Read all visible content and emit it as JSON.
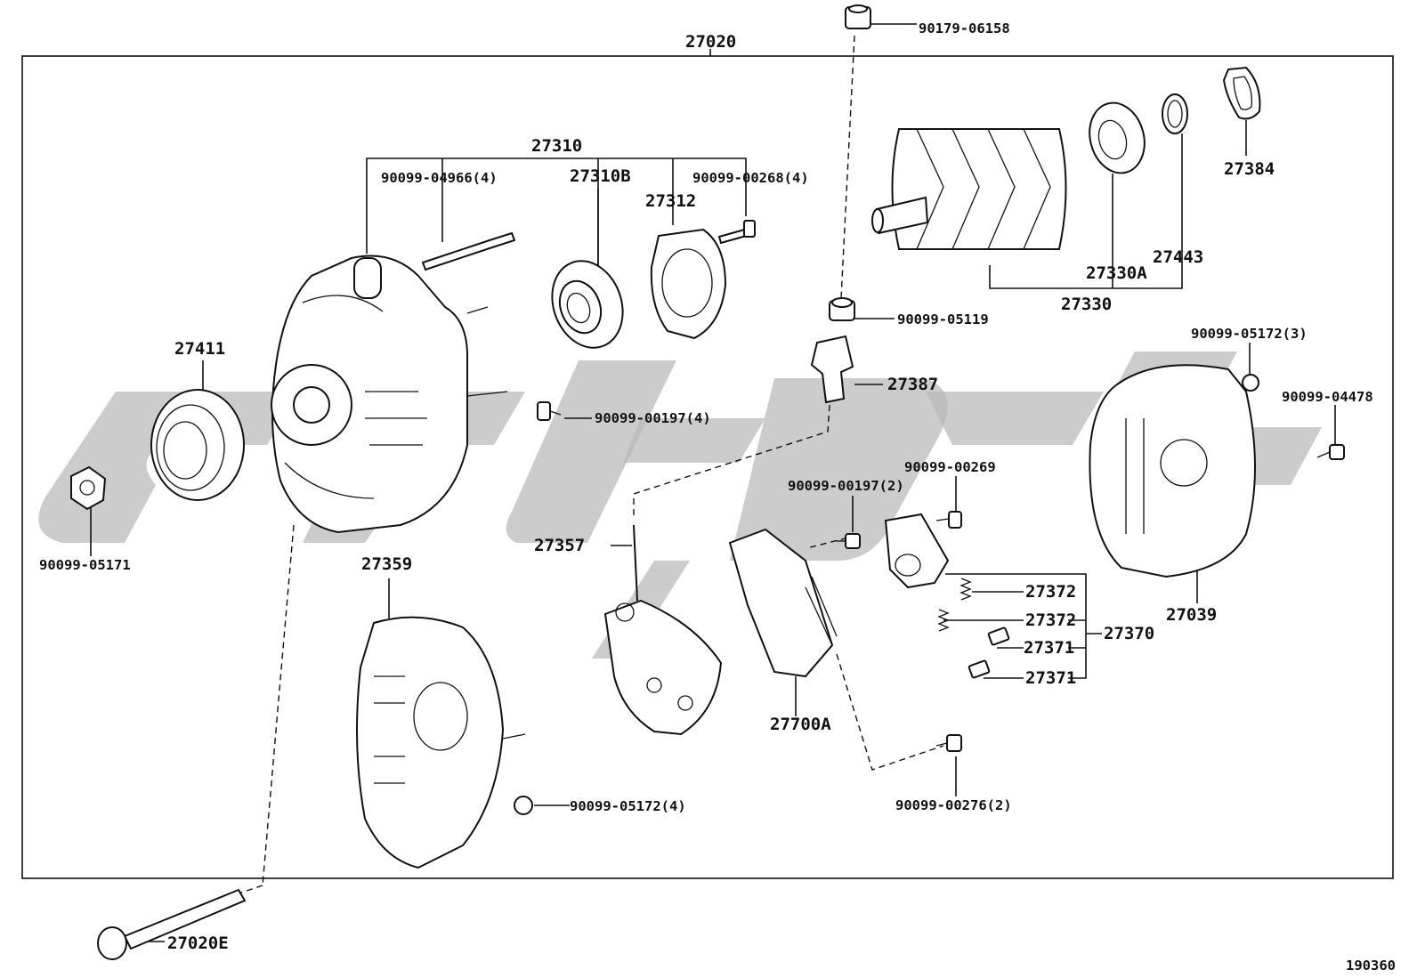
{
  "diagram": {
    "assembly_code": "27020",
    "figure_code": "190360"
  },
  "labels": {
    "p27310": "27310",
    "p90099_04966": "90099-04966(4)",
    "p27310B": "27310B",
    "p27312": "27312",
    "p90099_00268": "90099-00268(4)",
    "p90179_06158": "90179-06158",
    "p27384": "27384",
    "p27443": "27443",
    "p27330A": "27330A",
    "p27330": "27330",
    "p90099_05119": "90099-05119",
    "p27411": "27411",
    "p90099_00197_4": "90099-00197(4)",
    "p27387": "27387",
    "p90099_05172_3": "90099-05172(3)",
    "p90099_04478": "90099-04478",
    "p90099_05171": "90099-05171",
    "p90099_00269": "90099-00269",
    "p90099_00197_2": "90099-00197(2)",
    "p27357": "27357",
    "p27359": "27359",
    "p27372a": "27372",
    "p27372b": "27372",
    "p27371a": "27371",
    "p27371b": "27371",
    "p27370": "27370",
    "p27039": "27039",
    "p27700A": "27700A",
    "p90099_05172_4": "90099-05172(4)",
    "p90099_00276": "90099-00276(2)",
    "p27020E": "27020E"
  }
}
